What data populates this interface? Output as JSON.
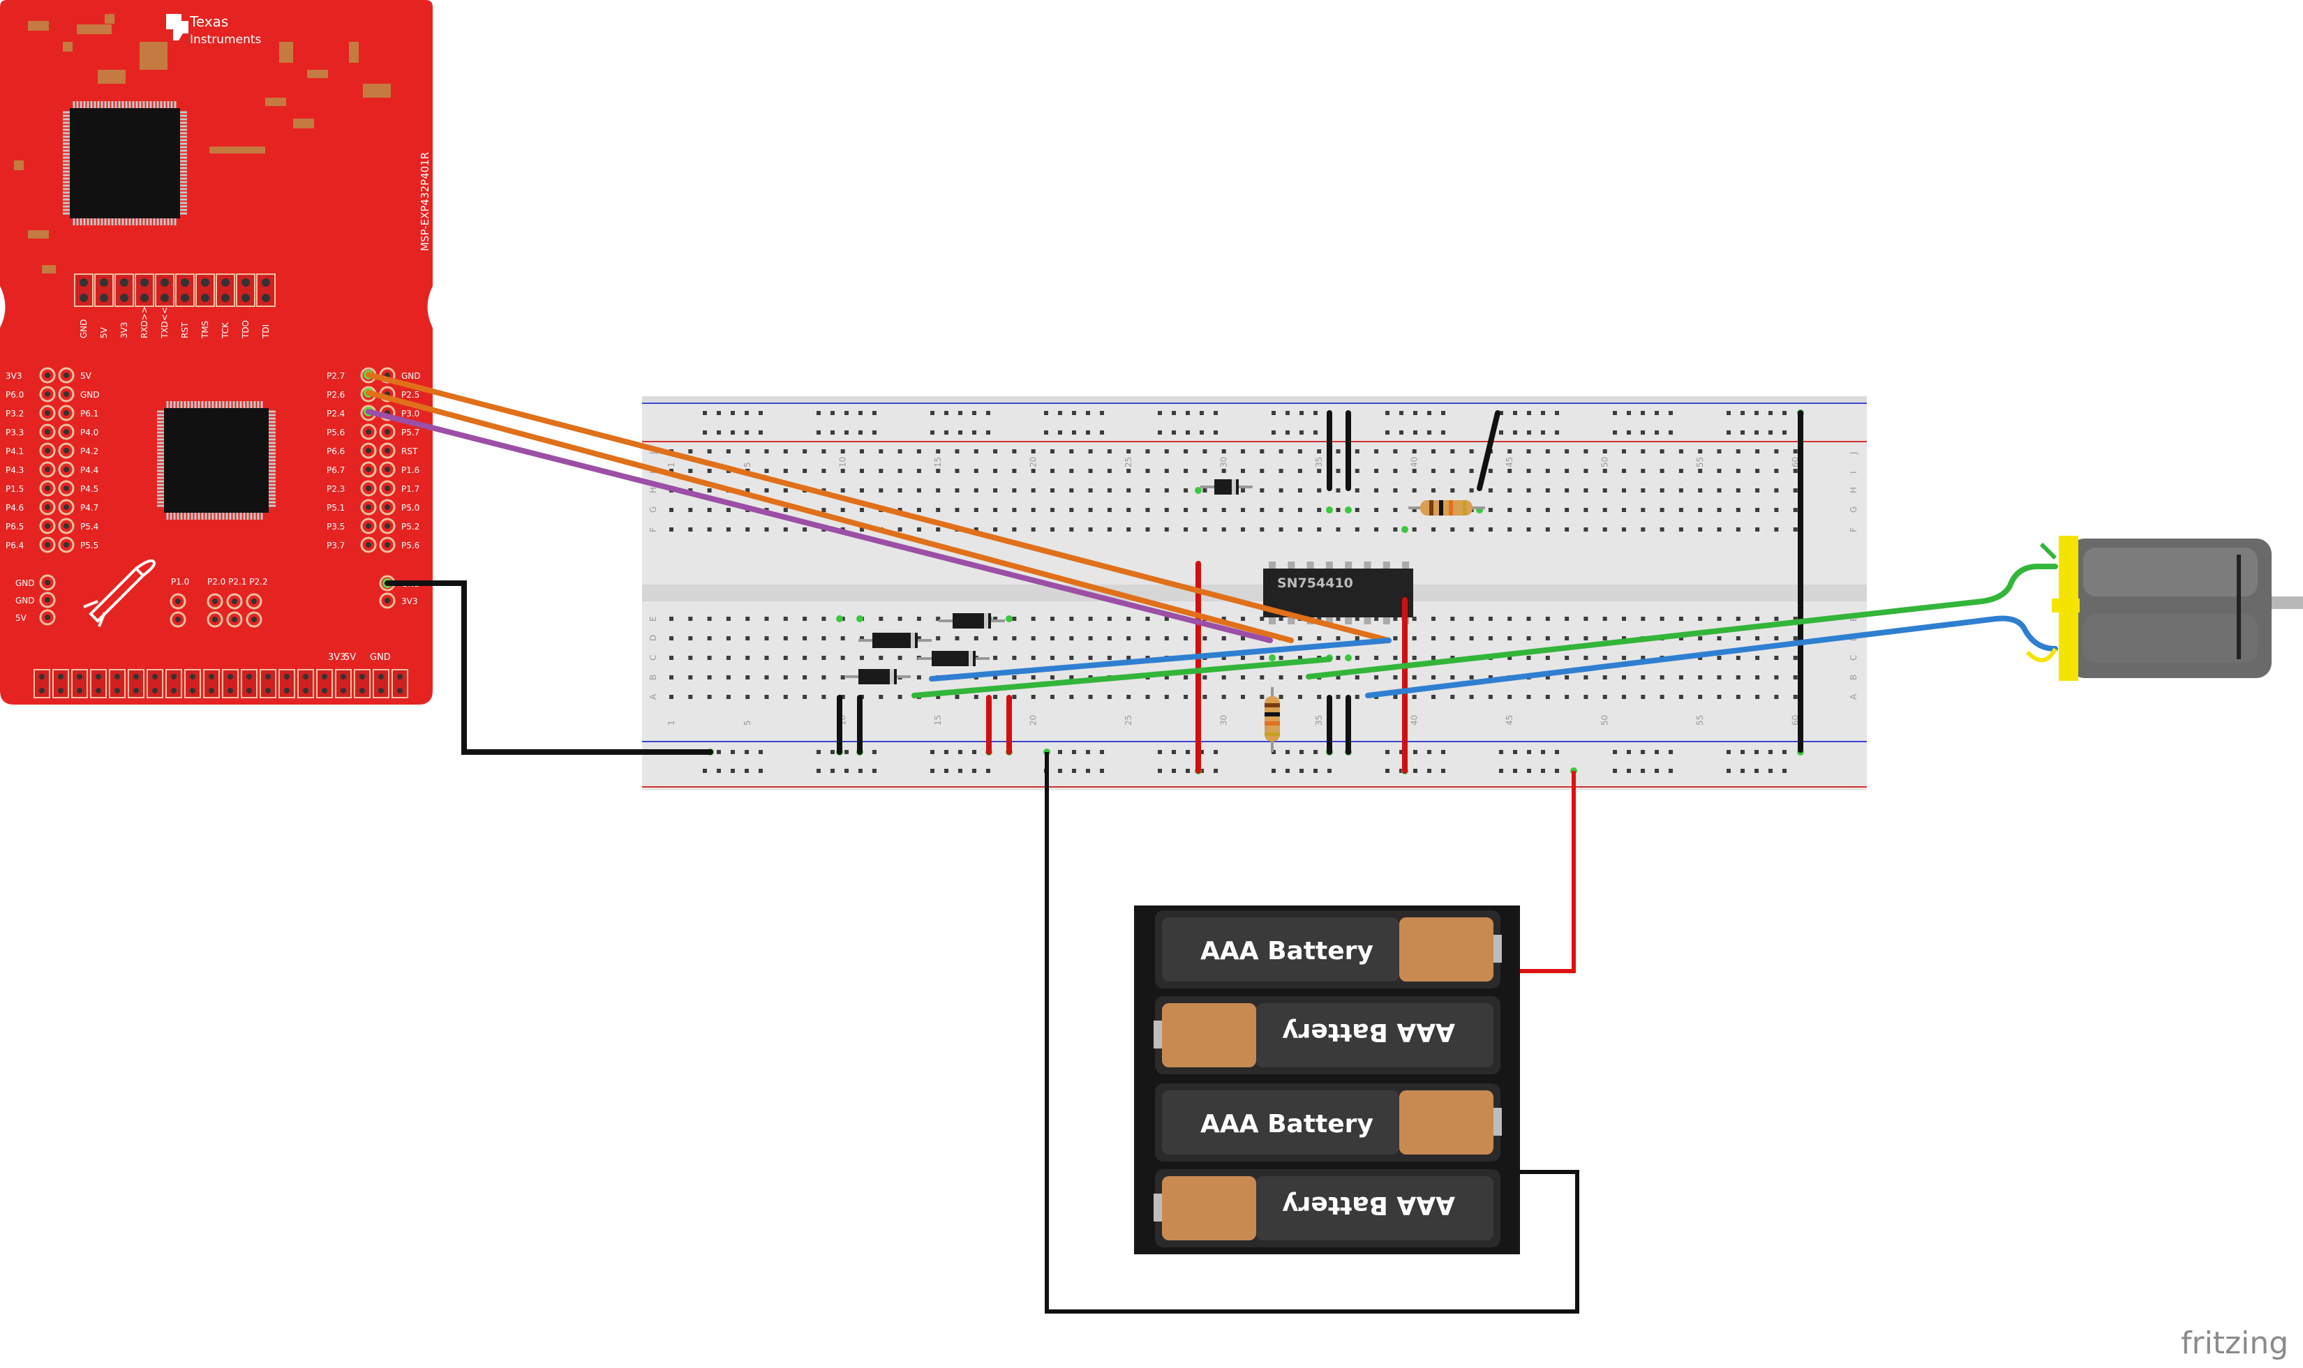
{
  "board": {
    "brand_line1": "Texas",
    "brand_line2": "Instruments",
    "model": "MSP-EXP432P401R",
    "jtag_labels": [
      "GND",
      "5V",
      "3V3",
      "RXD>>",
      "TXD<<",
      "RST",
      "TMS",
      "TCK",
      "TDO",
      "TDI"
    ],
    "left_header_left": [
      "3V3",
      "P6.0",
      "P3.2",
      "P3.3",
      "P4.1",
      "P4.3",
      "P1.5",
      "P4.6",
      "P6.5",
      "P6.4"
    ],
    "left_header_right": [
      "5V",
      "GND",
      "P6.1",
      "P4.0",
      "P4.2",
      "P4.4",
      "P4.5",
      "P4.7",
      "P5.4",
      "P5.5"
    ],
    "right_header_left": [
      "P2.7",
      "P2.6",
      "P2.4",
      "P5.6",
      "P6.6",
      "P6.7",
      "P2.3",
      "P5.1",
      "P3.5",
      "P3.7"
    ],
    "right_header_right": [
      "GND",
      "P2.5",
      "P3.0",
      "P5.7",
      "RST",
      "P1.6",
      "P1.7",
      "P5.0",
      "P5.2",
      "P5.6"
    ],
    "aux_left": [
      "GND",
      "GND",
      "5V"
    ],
    "aux_right": [
      "GND",
      "3V3"
    ],
    "button_labels": [
      "P1.0",
      "P2.0",
      "P2.1",
      "P2.2"
    ],
    "bottom_labels": [
      "3V3",
      "5V",
      "GND"
    ]
  },
  "breadboard": {
    "column_numbers": [
      "1",
      "5",
      "10",
      "15",
      "20",
      "25",
      "30",
      "35",
      "40",
      "45",
      "50",
      "55",
      "60"
    ],
    "row_letters_top": [
      "J",
      "I",
      "H",
      "G",
      "F"
    ],
    "row_letters_bottom": [
      "E",
      "D",
      "C",
      "B",
      "A"
    ]
  },
  "ic": {
    "label": "SN754410"
  },
  "batteries": [
    {
      "label": "AAA Battery",
      "flipped": false
    },
    {
      "label": "AAA Battery",
      "flipped": true
    },
    {
      "label": "AAA Battery",
      "flipped": false
    },
    {
      "label": "AAA Battery",
      "flipped": true
    }
  ],
  "watermark": "fritzing",
  "colors": {
    "board_red": "#e52421",
    "wire_orange": "#e0701a",
    "wire_purple": "#9b4fa5",
    "wire_blue": "#2f7fd1",
    "wire_green": "#33b53a",
    "wire_red": "#e01010",
    "wire_black": "#111111",
    "motor_yellow": "#f5e400",
    "battery_copper": "#c98a52"
  }
}
